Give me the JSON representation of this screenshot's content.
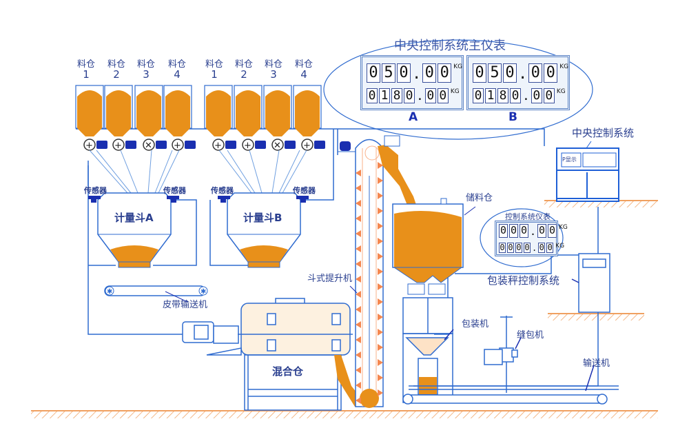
{
  "diagram_title": "中央控制系统主仪表",
  "colors": {
    "line": "#2f6bcf",
    "material": "#e8901a",
    "text": "#2a3f8f",
    "ground_hatch": "#f0a060",
    "motor": "#1a2fb0"
  },
  "bins_group_a": [
    {
      "label": "料仓",
      "number": "1"
    },
    {
      "label": "料仓",
      "number": "2"
    },
    {
      "label": "料仓",
      "number": "3"
    },
    {
      "label": "料仓",
      "number": "4"
    }
  ],
  "bins_group_b": [
    {
      "label": "料仓",
      "number": "1"
    },
    {
      "label": "料仓",
      "number": "2"
    },
    {
      "label": "料仓",
      "number": "3"
    },
    {
      "label": "料仓",
      "number": "4"
    }
  ],
  "sensors": [
    "传感器",
    "传感器",
    "传感器",
    "传感器"
  ],
  "hoppers": {
    "a": "计量斗A",
    "b": "计量斗B"
  },
  "main_meter": {
    "title": "中央控制系统主仪表",
    "panels": [
      {
        "label": "A",
        "top_value": "050.00",
        "top_unit": "KG",
        "bottom_value": "0180.00",
        "bottom_unit": "KG"
      },
      {
        "label": "B",
        "top_value": "050.00",
        "top_unit": "KG",
        "bottom_value": "0180.00",
        "bottom_unit": "KG"
      }
    ]
  },
  "central_control": {
    "label": "中央控制系统",
    "screen_text": "P显示"
  },
  "packing_meter": {
    "title": "控制系统仪表",
    "top_value": "000.00",
    "top_unit": "KG",
    "bottom_value": "0000.00",
    "bottom_unit": "KG"
  },
  "labels": {
    "storage_bin": "储料仓",
    "bucket_elevator": "斗式提升机",
    "belt_conveyor": "皮带输送机",
    "mixer": "混合仓",
    "packing_machine": "包装机",
    "sewing_machine": "缝包机",
    "conveyor": "输送机",
    "packing_control": "包装秤控制系统"
  }
}
